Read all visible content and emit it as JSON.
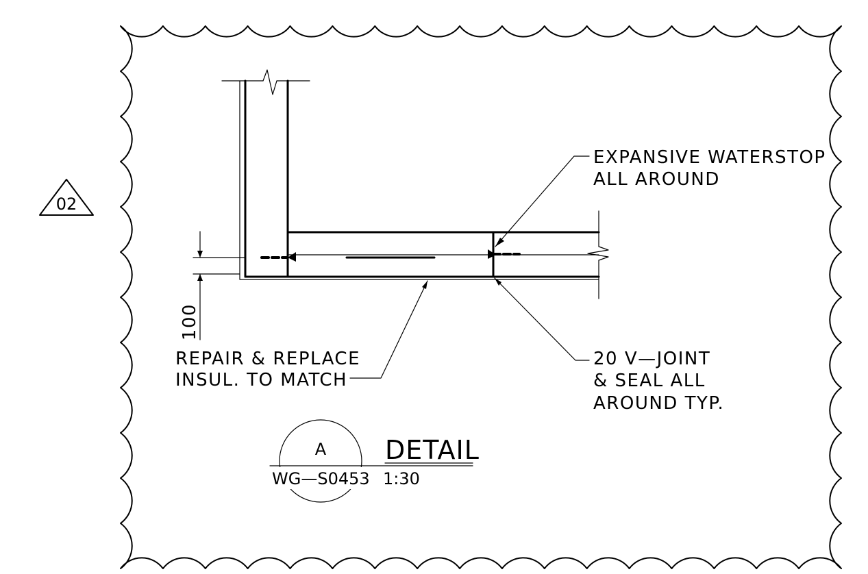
{
  "revision": {
    "number": "02"
  },
  "notes": {
    "waterstop": [
      "EXPANSIVE WATERSTOP",
      "ALL AROUND"
    ],
    "insulation": [
      "REPAIR & REPLACE",
      "INSUL. TO MATCH"
    ],
    "joint": [
      "20 V—JOINT",
      "& SEAL ALL",
      "AROUND TYP."
    ]
  },
  "dimension": {
    "value": "100"
  },
  "detail": {
    "marker_letter": "A",
    "sheet_ref": "WG—S0453",
    "title": "DETAIL",
    "scale": "1:30"
  },
  "colors": {
    "line": "#000000",
    "background": "#ffffff"
  }
}
